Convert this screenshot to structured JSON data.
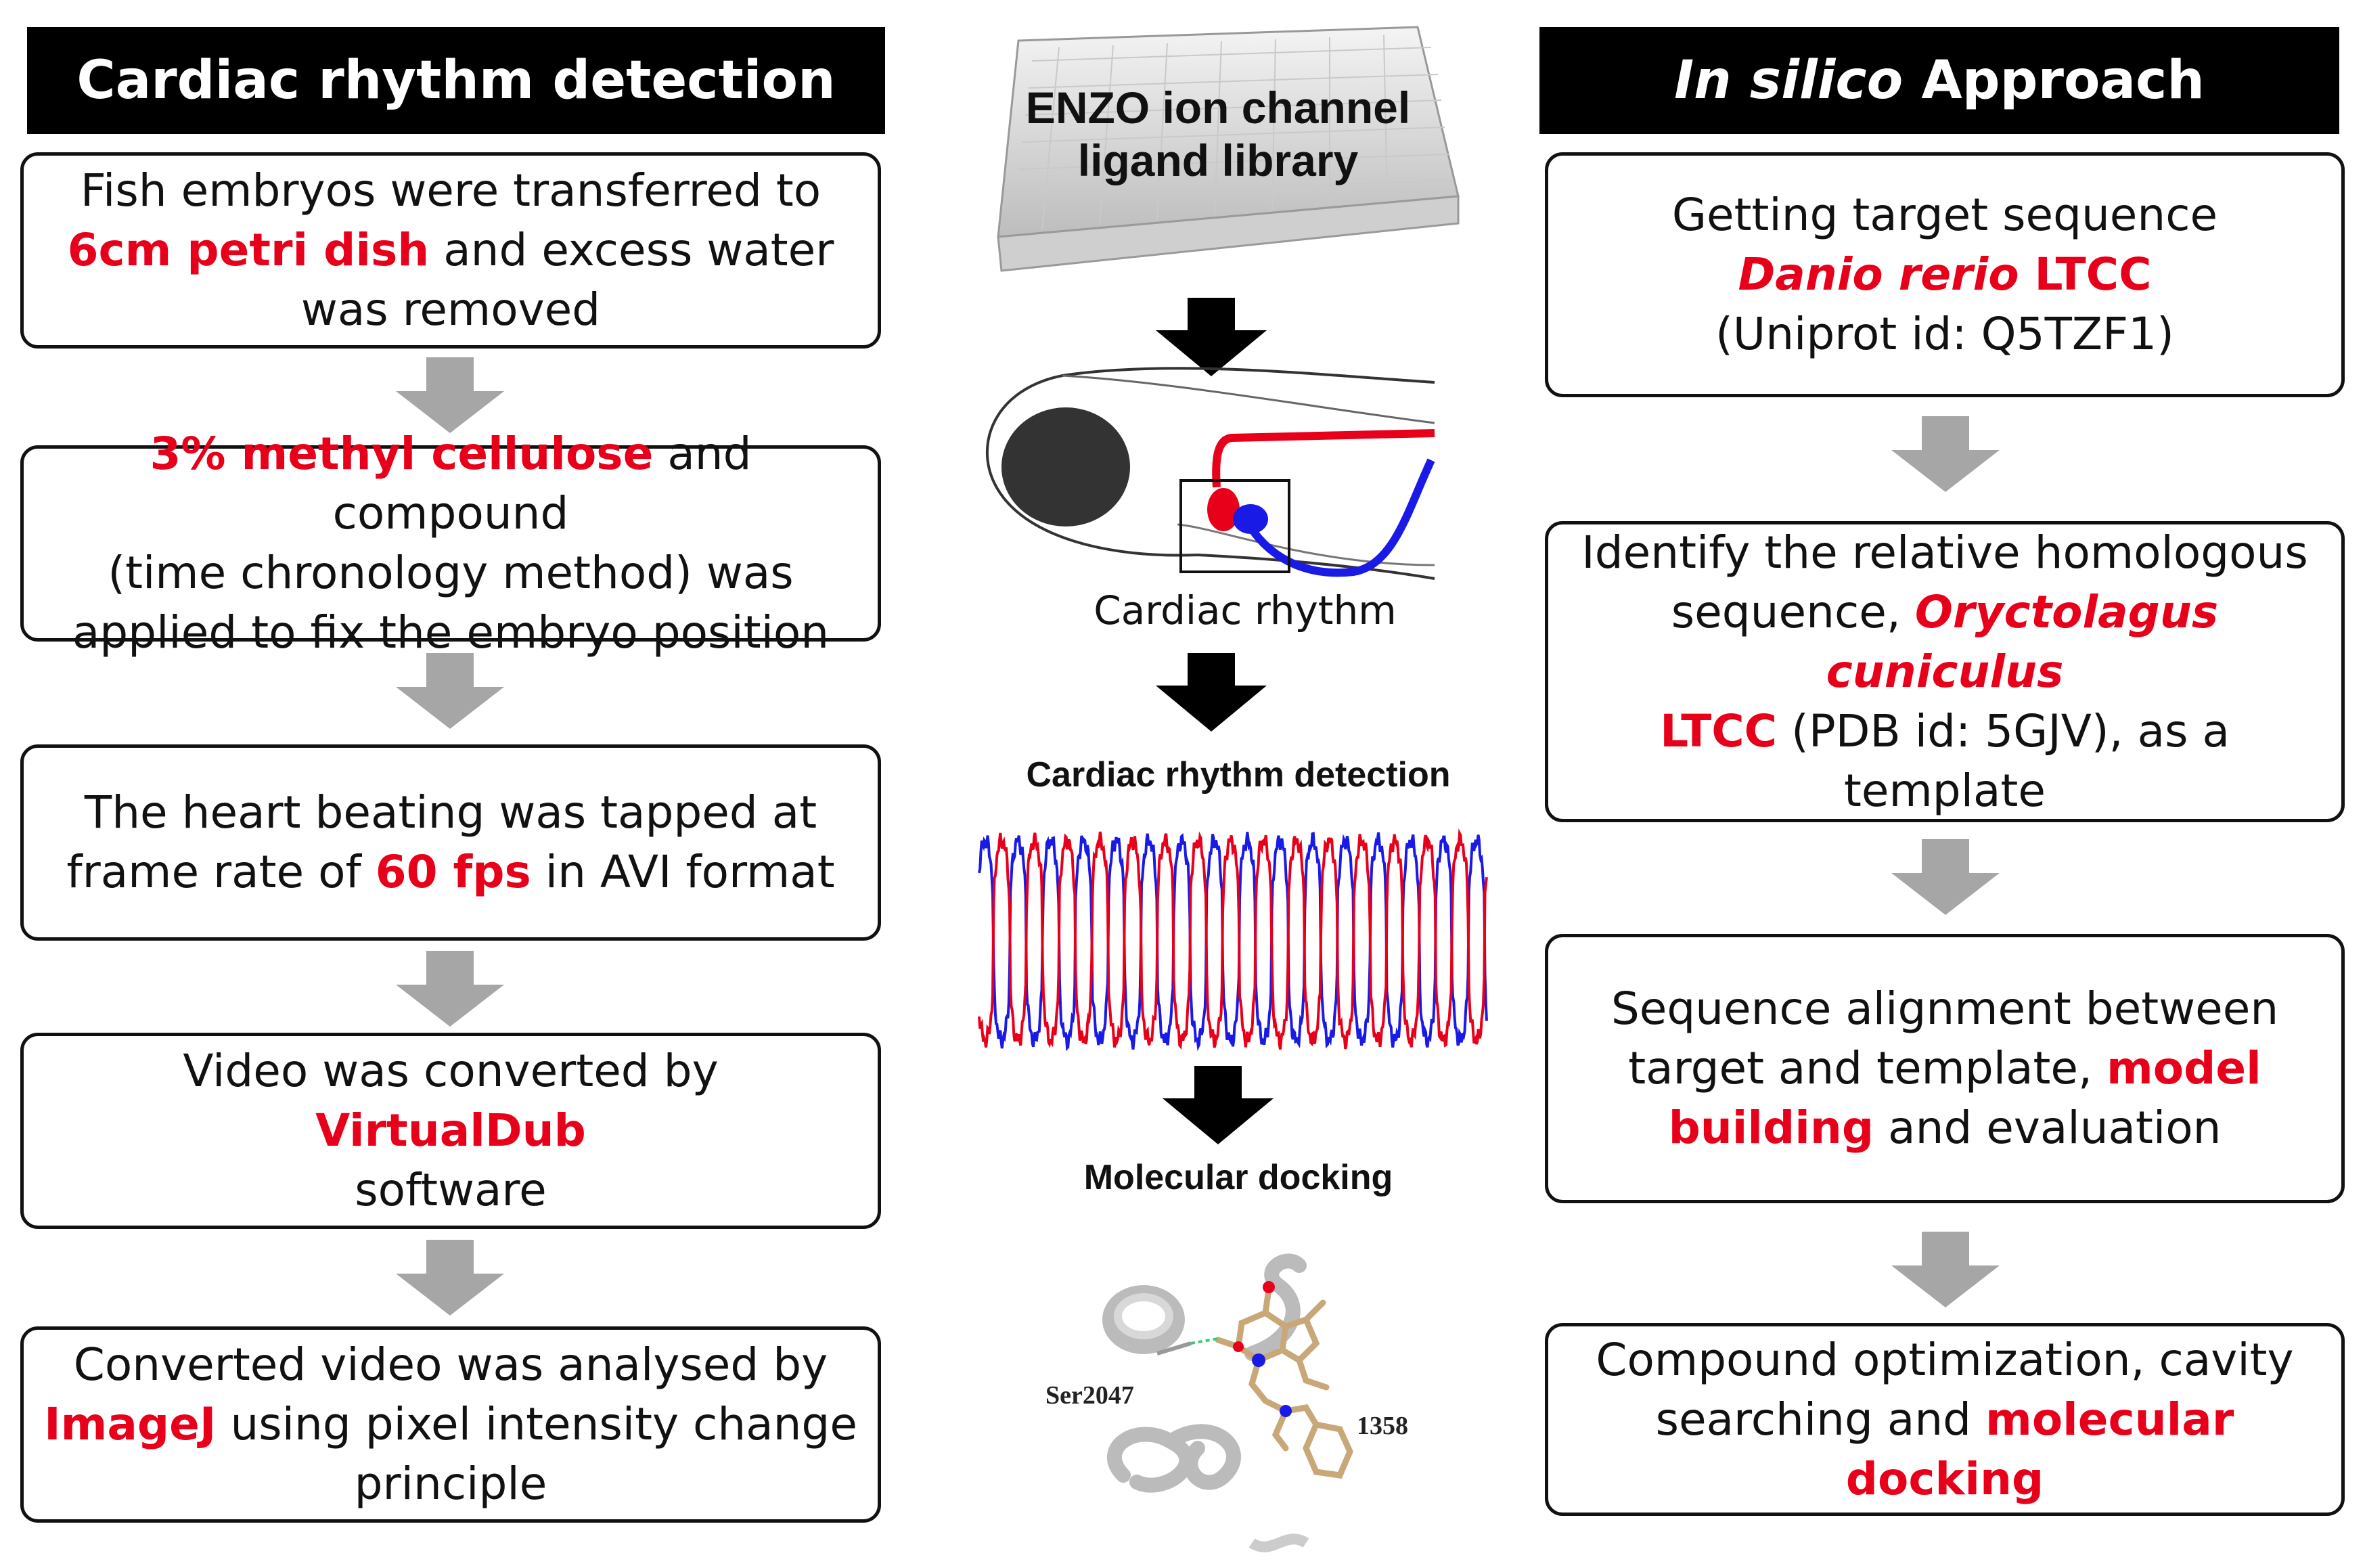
{
  "headers": {
    "left": "Cardiac rhythm detection",
    "right_italic": "In silico",
    "right_rest": " Approach"
  },
  "left_steps": [
    {
      "t1": "Fish embryos were transferred to",
      "red": "6cm petri dish",
      "t2": " and excess water",
      "t3": "was removed"
    },
    {
      "red": "3% methyl cellulose",
      "t1": " and compound",
      "t2": "(time chronology method) was",
      "t3": "applied to fix the embryo position"
    },
    {
      "t1": "The heart beating was tapped at",
      "t2": "frame rate of ",
      "red": "60 fps",
      "t3": " in AVI format"
    },
    {
      "t1": "Video was converted by ",
      "red": "VirtualDub",
      "t2": "software"
    },
    {
      "t1": "Converted video was analysed by",
      "red": "ImageJ",
      "t2": " using pixel intensity change",
      "t3": "principle"
    }
  ],
  "center": {
    "library_label": "ENZO ion channel ligand library",
    "embryo_caption": "Cardiac rhythm",
    "rhythm_label": "Cardiac rhythm detection",
    "docking_label": "Molecular docking",
    "residue_left": "Ser2047",
    "residue_right": "1358"
  },
  "right_steps": [
    {
      "t1": "Getting target sequence",
      "red_i": "Danio rerio",
      "red": " LTCC",
      "t2": "(Uniprot id: Q5TZF1)"
    },
    {
      "t1": "Identify the relative homologous",
      "t2": "sequence, ",
      "red_i": "Oryctolagus cuniculus",
      "red": "LTCC",
      "t3": " (PDB id: 5GJV), as a",
      "t4": "template"
    },
    {
      "t1": "Sequence alignment between",
      "t2": "target and template, ",
      "red": "model",
      "red2": "building",
      "t3": " and evaluation"
    },
    {
      "t1": "Compound optimization, cavity",
      "t2": "searching and ",
      "red": "molecular docking"
    }
  ],
  "colors": {
    "accent_red": "#e8001b",
    "arrow_gray": "#a6a6a6",
    "header_bg": "#000000",
    "trace_red": "#e8001b",
    "trace_blue": "#1a1ae6"
  }
}
